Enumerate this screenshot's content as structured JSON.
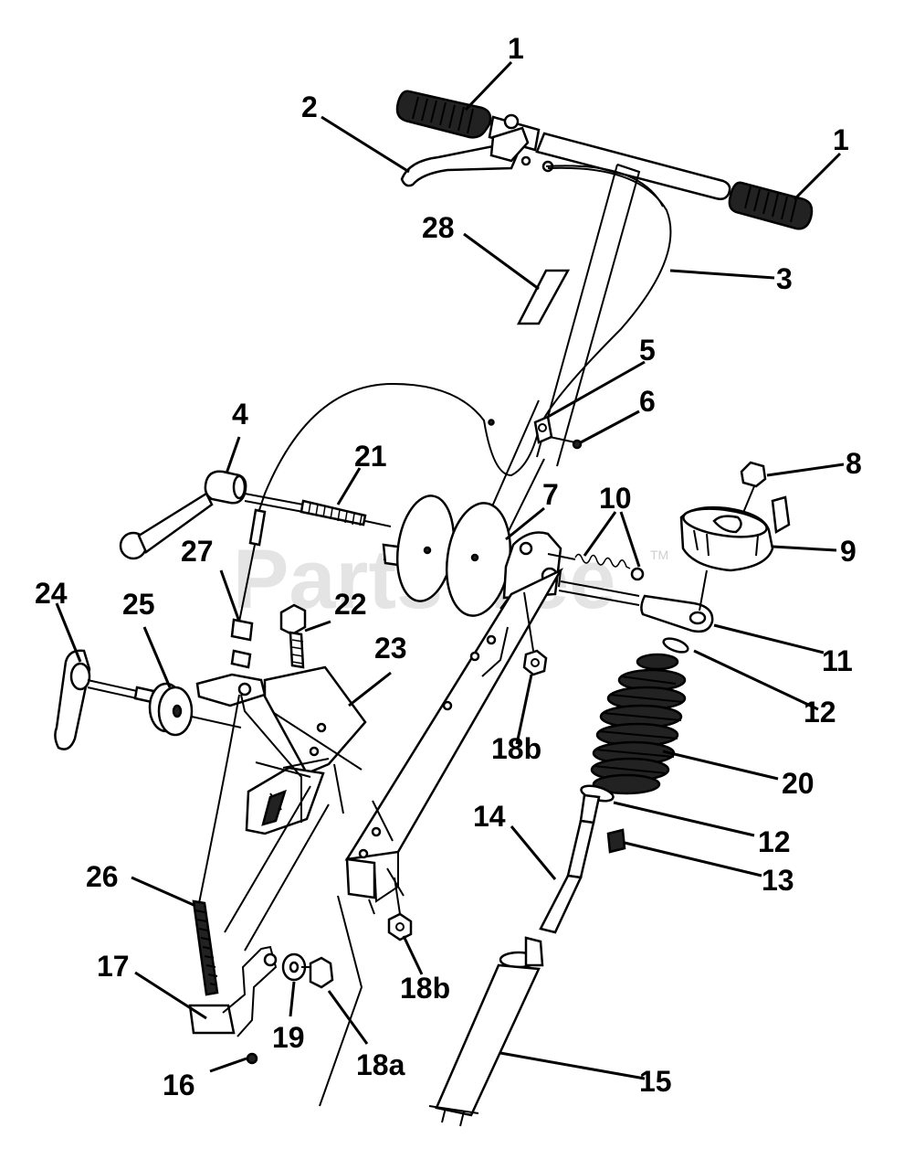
{
  "watermark": {
    "text": "PartsTree",
    "tm": "TM"
  },
  "callouts": {
    "c1a": "1",
    "c1b": "1",
    "c2": "2",
    "c3": "3",
    "c4": "4",
    "c5": "5",
    "c6": "6",
    "c7": "7",
    "c8": "8",
    "c9": "9",
    "c10": "10",
    "c11": "11",
    "c12a": "12",
    "c12b": "12",
    "c13": "13",
    "c14": "14",
    "c15": "15",
    "c16": "16",
    "c17": "17",
    "c18a": "18a",
    "c18b1": "18b",
    "c18b2": "18b",
    "c19": "19",
    "c20": "20",
    "c21": "21",
    "c22": "22",
    "c23": "23",
    "c24": "24",
    "c25": "25",
    "c26": "26",
    "c27": "27",
    "c28": "28"
  }
}
